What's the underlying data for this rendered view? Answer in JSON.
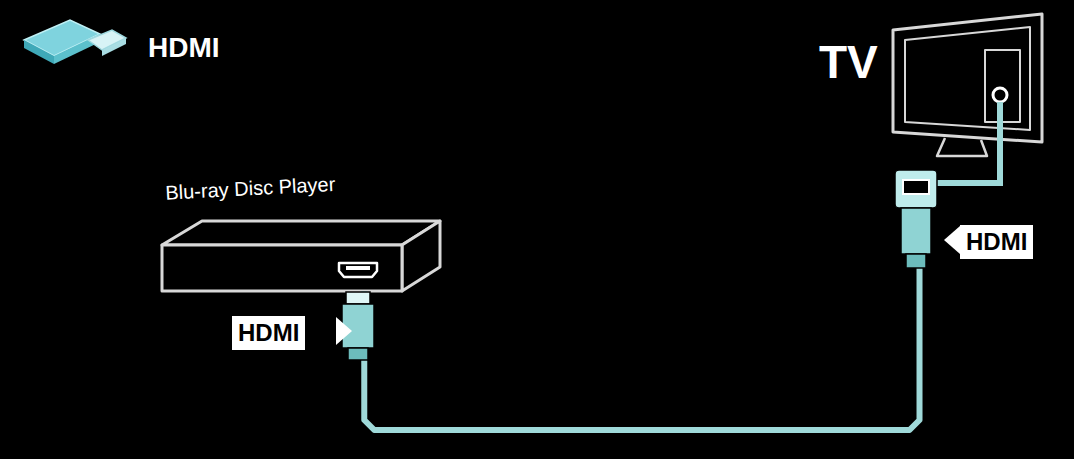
{
  "diagram": {
    "title": "HDMI",
    "nodes": [
      {
        "text": [
          "Blu-ray Disc Player"
        ]
      },
      {
        "text": [
          "TV"
        ]
      }
    ],
    "edges": [
      {
        "from": 0,
        "to": 1,
        "arrow": "none"
      }
    ],
    "labels": [
      "HDMI",
      "HDMI"
    ]
  }
}
